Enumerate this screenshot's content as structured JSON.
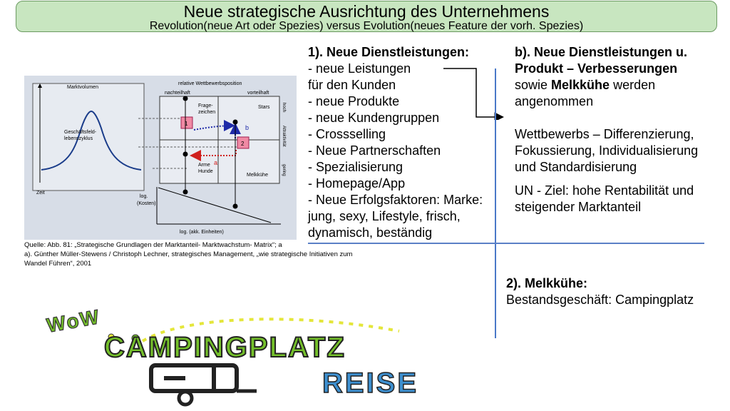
{
  "header": {
    "title": "Neue strategische Ausrichtung des Unternehmens",
    "subtitle": "Revolution(neue Art oder Spezies) versus Evolution(neues Feature der vorh. Spezies)"
  },
  "left_column": {
    "heading": "1). Neue Dienstleistungen:",
    "items": [
      "- neue Leistungen",
      "für den Kunden",
      "- neue Produkte",
      "- neue Kundengruppen",
      "- Crossselling",
      "- Neue Partnerschaften",
      "- Spezialisierung",
      "- Homepage/App",
      "- Neue Erfolgsfaktoren: Marke:",
      "jung, sexy, Lifestyle, frisch,",
      "dynamisch, beständig"
    ]
  },
  "right_column": {
    "heading_line1": "b). Neue Dienstleistungen u.",
    "heading_line2": "Produkt – Verbesserungen",
    "line3_pre": "sowie ",
    "line3_bold": "Melkkühe",
    "line3_post": " werden",
    "line4": "angenommen",
    "para2": "Wettbewerbs – Differenzierung, Fokussierung, Individualisierung und Standardisierung",
    "para3": "UN - Ziel: hohe Rentabilität und steigender Marktanteil"
  },
  "melkkuehe": {
    "heading": "2). Melkkühe:",
    "text": "Bestandsgeschäft: Campingplatz"
  },
  "caption": {
    "line1": "Quelle: Abb. 81: „Strategische Grundlagen der Marktanteil- Marktwachstum- Matrix“; a",
    "line2": "a). Günther Müller-Stewens / Christoph Lechner, strategisches Management, „wie strategische Initiativen zum",
    "line3": "Wandel Führen“, 2001"
  },
  "figure": {
    "marktvolumen": "Marktvolumen",
    "rel_position": "relative Wettbewerbsposition",
    "nachteilhaft": "nachteilhaft",
    "vorteilhaft": "vorteilhaft",
    "lebenszyklus_1": "Geschäftsfeld-",
    "lebenszyklus_2": "lebenszyklus",
    "zeit": "Zeit",
    "frage_1": "Frage-",
    "frage_2": "zeichen",
    "stars": "Stars",
    "arme_1": "Arme",
    "arme_2": "Hunde",
    "melk": "Melkkühe",
    "hoch": "hoch",
    "attraktiv": "Attraktivität",
    "gering": "gering",
    "log_1": "log.",
    "log_2": "(Kosten)",
    "log_units": "log. (akk. Einheiten)",
    "box1": "1",
    "box2": "2",
    "label_a": "a",
    "label_b": "b"
  },
  "logo": {
    "wow": "WoW",
    "camping": "CAMPINGPLATZ",
    "reise": "REISE"
  },
  "colors": {
    "header_bg": "#c8e6c0",
    "header_border": "#6b9a61",
    "divider_blue": "#4a78c8",
    "figure_bg": "#d7dde7",
    "arrow_blue": "#1e2aa8",
    "arrow_red": "#d0201e",
    "box_pink": "#f08aa4",
    "logo_green": "#74c02a",
    "logo_yellow": "#e4e63a",
    "logo_blue": "#3d8fcf"
  }
}
